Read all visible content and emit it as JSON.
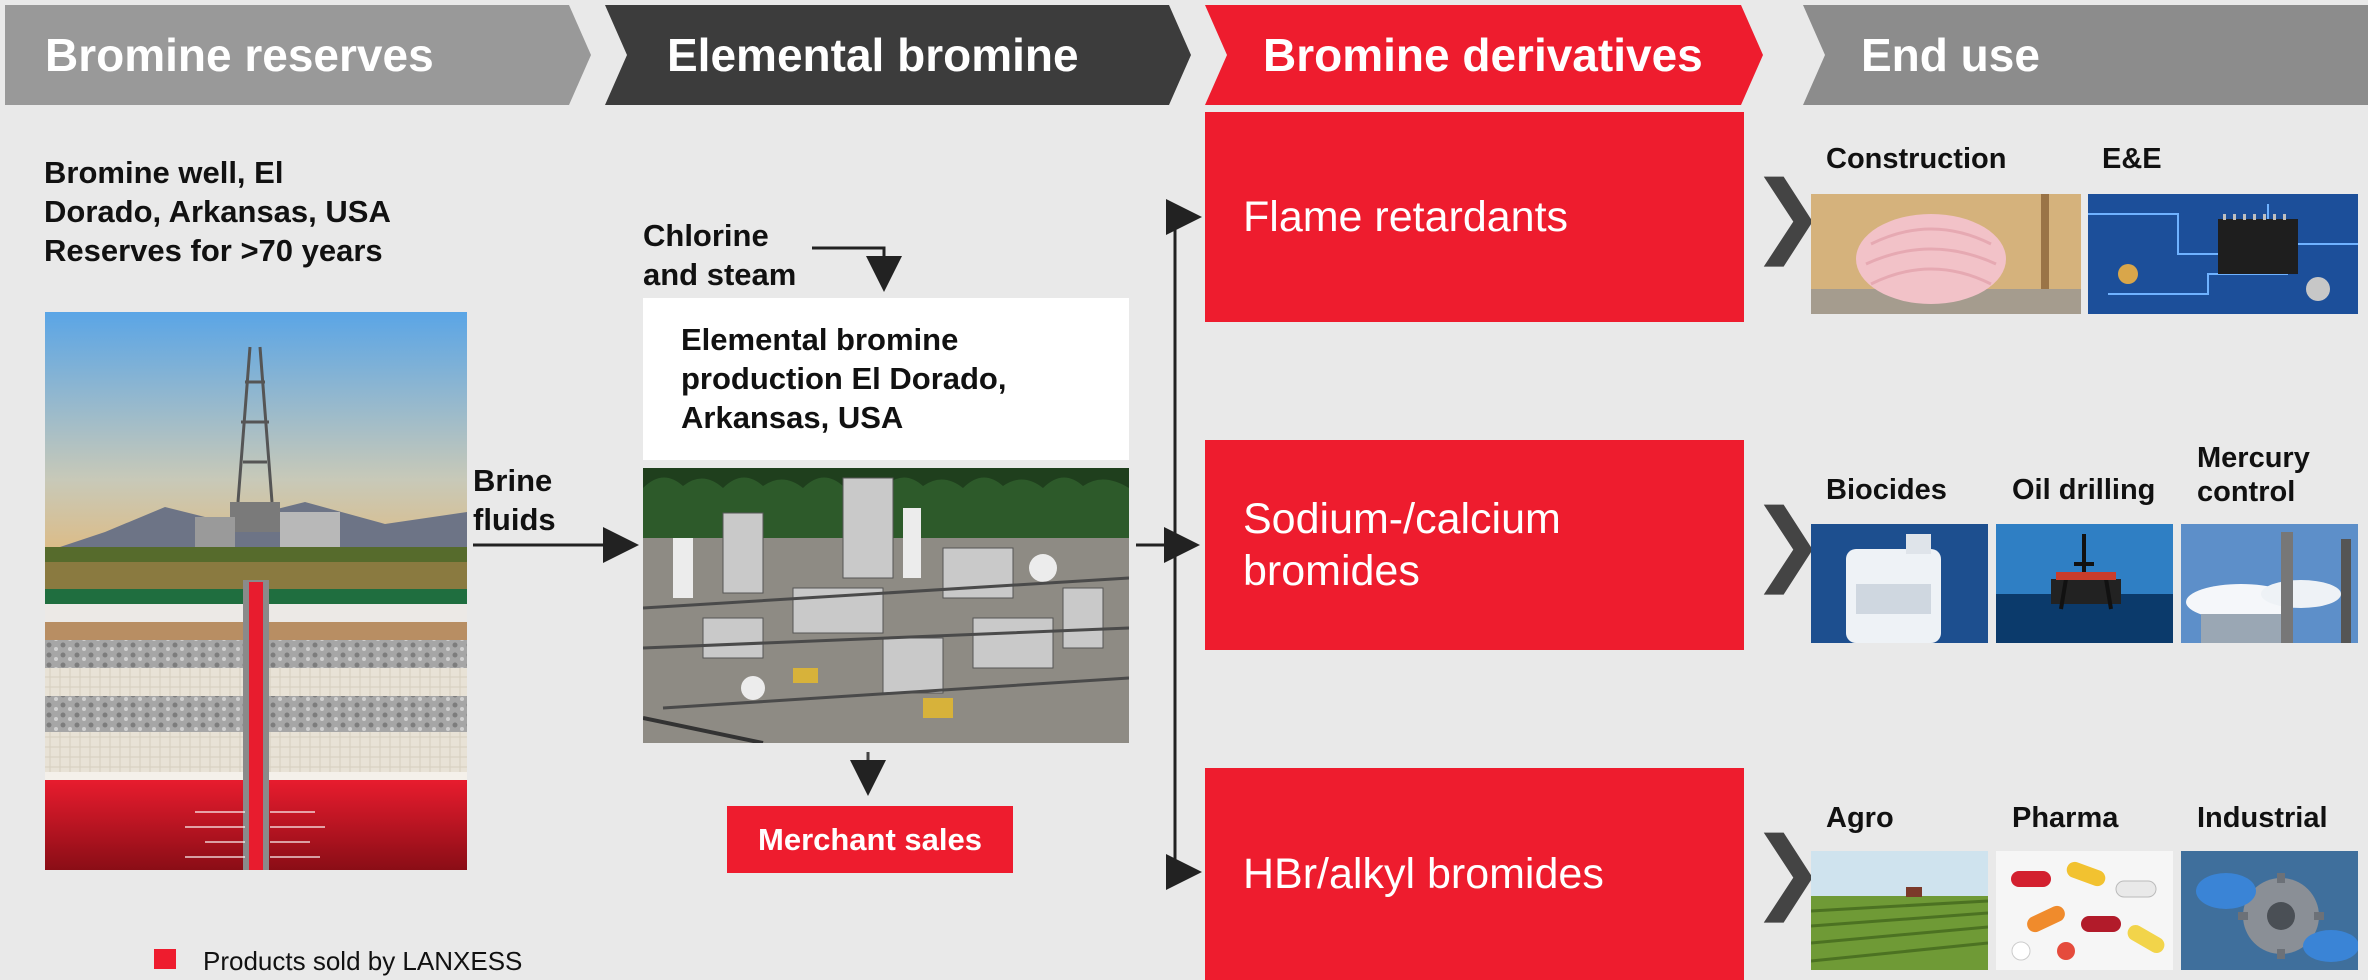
{
  "headers": {
    "reserves": "Bromine reserves",
    "elemental": "Elemental bromine",
    "derivatives": "Bromine derivatives",
    "end_use": "End use"
  },
  "reserves": {
    "line1": "Bromine well, El",
    "line2": "Dorado, Arkansas, USA",
    "line3": "Reserves for >70 years"
  },
  "brine": {
    "line1": "Brine",
    "line2": "fluids"
  },
  "chlorine": {
    "line1": "Chlorine",
    "line2": "and steam"
  },
  "production": {
    "line1": "Elemental bromine",
    "line2": "production El Dorado,",
    "line3": "Arkansas, USA"
  },
  "merchant_sales": "Merchant sales",
  "derivatives": {
    "flame": "Flame retardants",
    "sodium_line1": "Sodium-/calcium",
    "sodium_line2": "bromides",
    "hbr": "HBr/alkyl bromides"
  },
  "end_use": {
    "construction": "Construction",
    "ee": "E&E",
    "biocides": "Biocides",
    "oil": "Oil drilling",
    "mercury_line1": "Mercury",
    "mercury_line2": "control",
    "agro": "Agro",
    "pharma": "Pharma",
    "industrial": "Industrial"
  },
  "legend": "Products sold by LANXESS",
  "colors": {
    "red": "#ee1c2e",
    "dark": "#3c3c3c",
    "grey": "#999999",
    "background": "#e9e9e9"
  }
}
